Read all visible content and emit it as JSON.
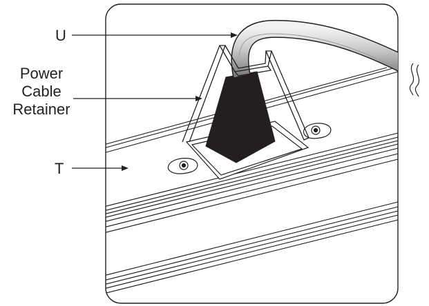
{
  "labels": {
    "u": "U",
    "power_cable_retainer": [
      "Power",
      "Cable",
      "Retainer"
    ],
    "t": "T"
  },
  "colors": {
    "line": "#231f20",
    "plug": "#231f20",
    "cable_light": "#d6d6d6",
    "cable_dark": "#8a8a8a"
  }
}
